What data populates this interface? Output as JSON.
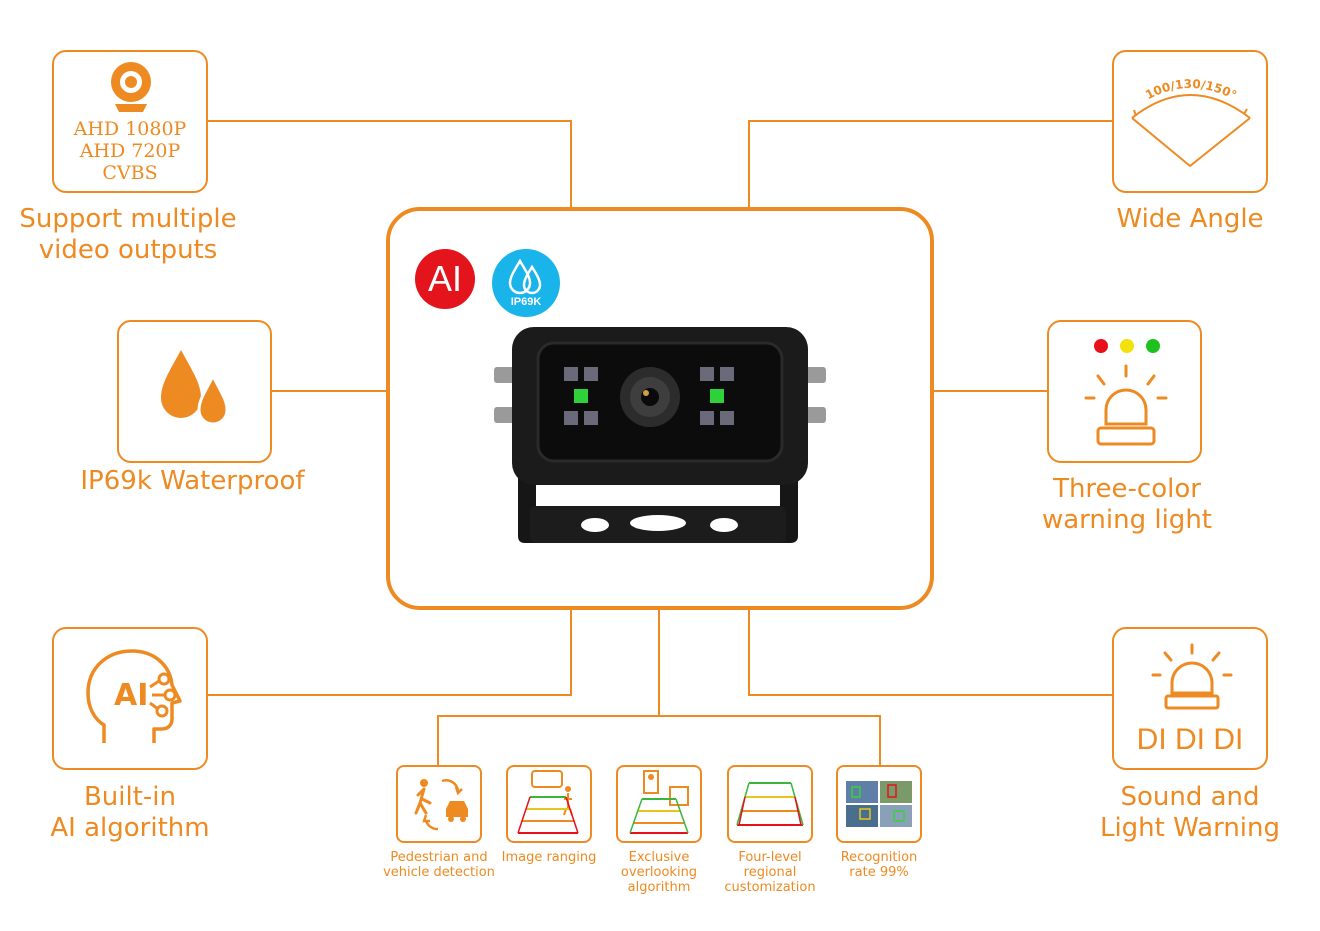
{
  "features": {
    "video_outputs": {
      "formats": [
        "AHD 1080P",
        "AHD 720P",
        "CVBS"
      ],
      "caption_lines": [
        "Support multiple",
        "video outputs"
      ]
    },
    "wide_angle": {
      "angle_label": "100/130/150°",
      "caption": "Wide Angle"
    },
    "waterproof": {
      "caption": "IP69k Waterproof"
    },
    "warning_light": {
      "caption_lines": [
        "Three-color",
        "warning light"
      ],
      "dot_colors": [
        "#e8101a",
        "#f2e10a",
        "#1fc11f"
      ]
    },
    "ai": {
      "icon_text": "AI",
      "caption_lines": [
        "Built-in",
        "AI algorithm"
      ]
    },
    "sound_light": {
      "icon_text": "DI DI DI",
      "caption_lines": [
        "Sound and",
        "Light Warning"
      ]
    }
  },
  "product": {
    "badge_ai": "AI",
    "badge_ip": "IP69K",
    "badge_ai_color": "#e3141c",
    "badge_ip_color": "#19b4ea"
  },
  "ai_functions": [
    {
      "lines": [
        "Pedestrian and",
        "vehicle detection"
      ]
    },
    {
      "lines": [
        "Image ranging"
      ]
    },
    {
      "lines": [
        "Exclusive",
        "overlooking",
        "algorithm"
      ]
    },
    {
      "lines": [
        "Four-level",
        "regional",
        "customization"
      ]
    },
    {
      "lines": [
        "Recognition",
        "rate 99%"
      ]
    }
  ],
  "accent_color": "#ee8a22"
}
